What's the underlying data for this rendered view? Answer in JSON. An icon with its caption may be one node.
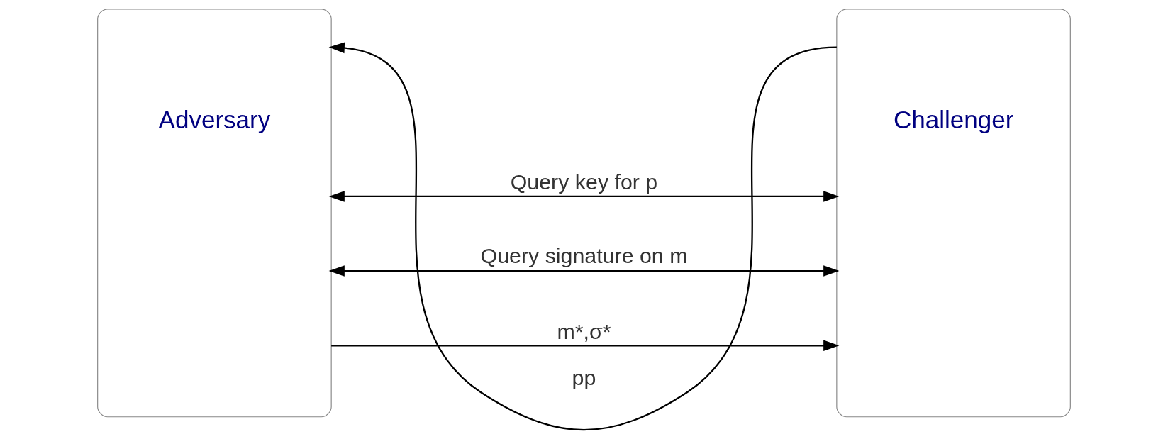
{
  "diagram": {
    "nodes": [
      {
        "text": [
          "Adversary"
        ]
      },
      {
        "text": [
          "Challenger"
        ]
      }
    ],
    "edges": [
      {
        "from": 1,
        "to": 0,
        "arrow": "to",
        "label": "pp"
      },
      {
        "from": 0,
        "to": 1,
        "arrow": "both",
        "label": "Query key for p"
      },
      {
        "from": 0,
        "to": 1,
        "arrow": "both",
        "label": "Query signature on m"
      },
      {
        "from": 0,
        "to": 1,
        "arrow": "to",
        "label": "m*,σ*"
      }
    ]
  }
}
